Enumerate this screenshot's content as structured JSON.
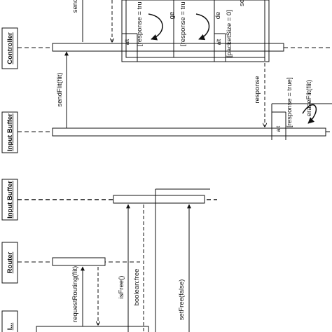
{
  "lifelines": {
    "controller": "Controller",
    "input_buffer_1": "Input Buffer",
    "input_buffer_2": "Input Buffer",
    "router": "Router",
    "bottom": "I..."
  },
  "messages": {
    "send_flit": "sendFlit(flit)",
    "response": "response",
    "erase_flit": "eraseFlit(flit)",
    "request_routing": "requestRouting(flit)",
    "is_free": "isFree()",
    "boolean_free": "boolean:free",
    "set_free": "setFree(false)",
    "top_send": "send",
    "top_ge": "ge",
    "top_de": "de",
    "top_se": "se"
  },
  "fragments": {
    "alt": "alt",
    "guard_response_true": "[response = true]",
    "guard_response_tru_1": "[response = tru",
    "guard_response_tru_2": "[response = tru",
    "guard_packet_size": "[packetSize = 0]"
  }
}
